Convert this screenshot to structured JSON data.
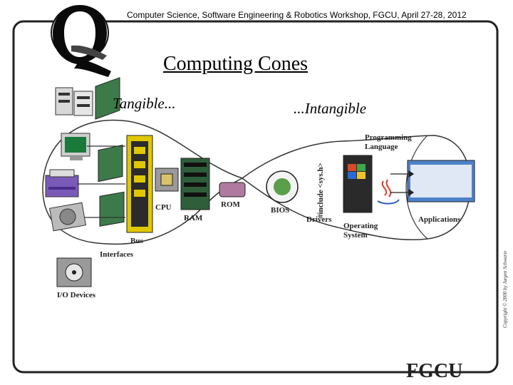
{
  "header": "Computer Science, Software Engineering & Robotics Workshop, FGCU, April 27-28, 2012",
  "title": "Computing Cones",
  "tangible": "Tangible...",
  "intangible": "...Intangible",
  "labels": {
    "cpu": "CPU",
    "ram": "RAM",
    "rom": "ROM",
    "bios": "BIOS",
    "drivers": "Drivers",
    "include": "#include <sys.h>",
    "programming_line1": "Programming",
    "programming_line2": "Language",
    "os_line1": "Operating",
    "os_line2": "System",
    "applications": "Applications",
    "bus": "Bus",
    "interfaces": "Interfaces",
    "io_devices": "I/O Devices"
  },
  "footer": "FGCU",
  "copyright": "Copyright © 2000 by Jurgen Schwarte"
}
